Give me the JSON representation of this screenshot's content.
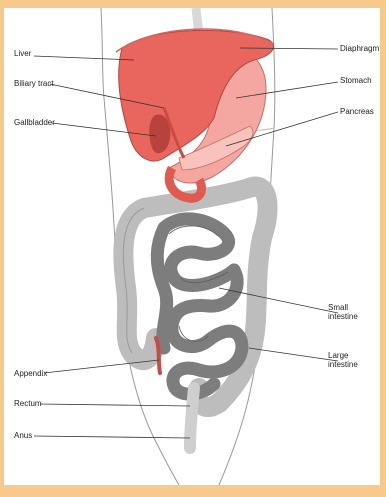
{
  "labels": {
    "liver": "Liver",
    "biliary_tract": "Biliary tract",
    "gallbladder": "Gallbladder",
    "diaphragm": "Diaphragm",
    "stomach": "Stomach",
    "pancreas": "Pancreas",
    "small_intestine_line1": "Small",
    "small_intestine_line2": "intestine",
    "large_intestine_line1": "Large",
    "large_intestine_line2": "intestine",
    "appendix": "Appendix",
    "rectum": "Rectum",
    "anus": "Anus"
  },
  "colors": {
    "frame": "#f7c98a",
    "liver": "#e8665e",
    "stomach": "#f3a7a0",
    "large_intestine": "#bdbdbd",
    "small_intestine": "#7d7d7d"
  }
}
